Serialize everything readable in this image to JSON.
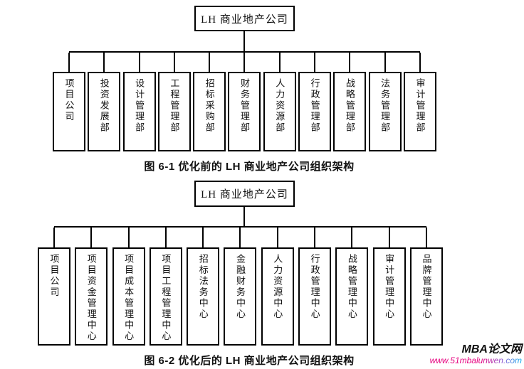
{
  "charts": [
    {
      "id": "before-optimization",
      "root_label": "LH 商业地产公司",
      "departments": [
        "项目公司",
        "投资发展部",
        "设计管理部",
        "工程管理部",
        "招标采购部",
        "财务管理部",
        "人力资源部",
        "行政管理部",
        "战略管理部",
        "法务管理部",
        "审计管理部"
      ],
      "caption": "图 6-1 优化前的 LH 商业地产公司组织架构"
    },
    {
      "id": "after-optimization",
      "root_label": "LH 商业地产公司",
      "departments": [
        "项目公司",
        "项目资金管理中心",
        "项目成本管理中心",
        "项目工程管理中心",
        "招标法务中心",
        "金融财务中心",
        "人力资源中心",
        "行政管理中心",
        "战略管理中心",
        "审计管理中心",
        "品牌管理中心"
      ],
      "caption": "图 6-2 优化后的 LH 商业地产公司组织架构"
    }
  ],
  "watermark": {
    "site_name": "MBA论文网",
    "site_url": "www.51mbalunwen.com"
  },
  "colors": {
    "diagram-line": "#000000",
    "page-bg": "#ffffff",
    "watermark-name": "#111111",
    "watermark-url-start": "#e6007e",
    "watermark-url-end": "#00aeef"
  }
}
